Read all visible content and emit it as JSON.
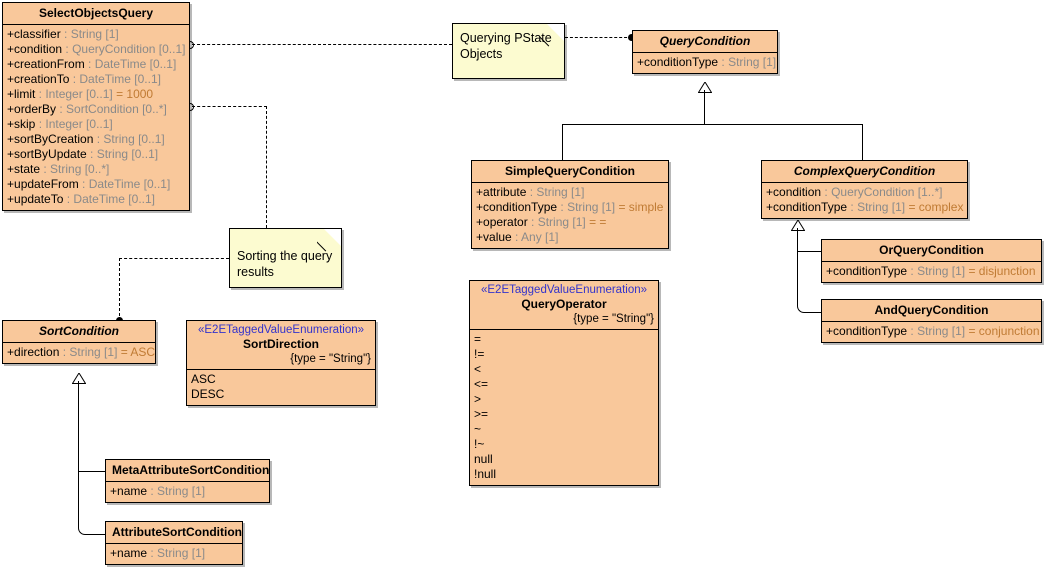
{
  "diagram": {
    "title": "Querying PState Objects UML class diagram",
    "colors": {
      "class_fill": "#f9c89b",
      "note_fill": "#fcfbd0",
      "stereotype_text": "#3333cc",
      "type_text": "#8a8a8a",
      "default_value_text": "#c07b34",
      "line": "#000000"
    }
  },
  "classes": {
    "select_objects_query": {
      "name": "SelectObjectsQuery",
      "abstract": false,
      "attributes": [
        {
          "vis": "+",
          "name": "classifier",
          "type": " : String [1]",
          "default": ""
        },
        {
          "vis": "+",
          "name": "condition",
          "type": " : QueryCondition [0..1]",
          "default": ""
        },
        {
          "vis": "+",
          "name": "creationFrom",
          "type": " : DateTime [0..1]",
          "default": ""
        },
        {
          "vis": "+",
          "name": "creationTo",
          "type": " : DateTime [0..1]",
          "default": ""
        },
        {
          "vis": "+",
          "name": "limit",
          "type": " : Integer [0..1]",
          "default": " = 1000"
        },
        {
          "vis": "+",
          "name": "orderBy",
          "type": " : SortCondition [0..*]",
          "default": ""
        },
        {
          "vis": "+",
          "name": "skip",
          "type": " : Integer [0..1]",
          "default": ""
        },
        {
          "vis": "+",
          "name": "sortByCreation",
          "type": " : String [0..1]",
          "default": ""
        },
        {
          "vis": "+",
          "name": "sortByUpdate",
          "type": " : String [0..1]",
          "default": ""
        },
        {
          "vis": "+",
          "name": "state",
          "type": " : String [0..*]",
          "default": ""
        },
        {
          "vis": "+",
          "name": "updateFrom",
          "type": " : DateTime [0..1]",
          "default": ""
        },
        {
          "vis": "+",
          "name": "updateTo",
          "type": " : DateTime [0..1]",
          "default": ""
        }
      ]
    },
    "query_condition": {
      "name": "QueryCondition",
      "abstract": true,
      "attributes": [
        {
          "vis": "+",
          "name": "conditionType",
          "type": " : String [1]",
          "default": ""
        }
      ]
    },
    "simple_query_condition": {
      "name": "SimpleQueryCondition",
      "abstract": false,
      "attributes": [
        {
          "vis": "+",
          "name": "attribute",
          "type": " : String [1]",
          "default": ""
        },
        {
          "vis": "+",
          "name": "conditionType",
          "type": " : String [1]",
          "default": " = simple"
        },
        {
          "vis": "+",
          "name": "operator",
          "type": " : String [1]",
          "default": " = ="
        },
        {
          "vis": "+",
          "name": "value",
          "type": " : Any [1]",
          "default": ""
        }
      ]
    },
    "complex_query_condition": {
      "name": "ComplexQueryCondition",
      "abstract": true,
      "attributes": [
        {
          "vis": "+",
          "name": "condition",
          "type": " : QueryCondition [1..*]",
          "default": ""
        },
        {
          "vis": "+",
          "name": "conditionType",
          "type": " : String [1]",
          "default": " = complex"
        }
      ]
    },
    "or_query_condition": {
      "name": "OrQueryCondition",
      "abstract": false,
      "attributes": [
        {
          "vis": "+",
          "name": "conditionType",
          "type": " : String [1]",
          "default": " = disjunction"
        }
      ]
    },
    "and_query_condition": {
      "name": "AndQueryCondition",
      "abstract": false,
      "attributes": [
        {
          "vis": "+",
          "name": "conditionType",
          "type": " : String [1]",
          "default": " = conjunction"
        }
      ]
    },
    "sort_condition": {
      "name": "SortCondition",
      "abstract": true,
      "attributes": [
        {
          "vis": "+",
          "name": "direction",
          "type": " : String [1]",
          "default": " = ASC"
        }
      ]
    },
    "meta_attribute_sort_condition": {
      "name": "MetaAttributeSortCondition",
      "abstract": false,
      "attributes": [
        {
          "vis": "+",
          "name": "name",
          "type": " : String [1]",
          "default": ""
        }
      ]
    },
    "attribute_sort_condition": {
      "name": "AttributeSortCondition",
      "abstract": false,
      "attributes": [
        {
          "vis": "+",
          "name": "name",
          "type": " : String [1]",
          "default": ""
        }
      ]
    }
  },
  "enumerations": {
    "sort_direction": {
      "stereotype": "«E2ETaggedValueEnumeration»",
      "name": "SortDirection",
      "tagged_value": "{type = \"String\"}",
      "literals": [
        "ASC",
        "DESC"
      ]
    },
    "query_operator": {
      "stereotype": "«E2ETaggedValueEnumeration»",
      "name": "QueryOperator",
      "tagged_value": "{type = \"String\"}",
      "literals": [
        "=",
        "!=",
        "<",
        "<=",
        ">",
        ">=",
        "~",
        "!~",
        "null",
        "!null"
      ]
    }
  },
  "notes": {
    "querying_pstate": {
      "line1": "Querying PState",
      "line2": "Objects"
    },
    "sorting_results": {
      "line1": "Sorting the query",
      "line2": "results"
    }
  }
}
